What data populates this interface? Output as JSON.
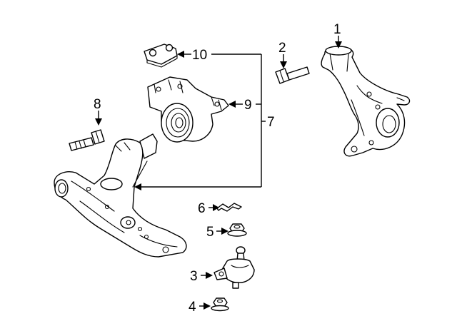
{
  "diagram": {
    "callouts": {
      "c1": "1",
      "c2": "2",
      "c3": "3",
      "c4": "4",
      "c5": "5",
      "c6": "6",
      "c7": "7",
      "c8": "8",
      "c9": "9",
      "c10": "10"
    },
    "parts": [
      {
        "callout": "1",
        "name": "steering-knuckle"
      },
      {
        "callout": "2",
        "name": "knuckle-bolt"
      },
      {
        "callout": "3",
        "name": "ball-joint"
      },
      {
        "callout": "4",
        "name": "flange-nut"
      },
      {
        "callout": "5",
        "name": "flange-nut"
      },
      {
        "callout": "6",
        "name": "cotter-pin"
      },
      {
        "callout": "7",
        "name": "lower-control-arm-assembly"
      },
      {
        "callout": "8",
        "name": "arm-bolt"
      },
      {
        "callout": "9",
        "name": "bushing-bracket"
      },
      {
        "callout": "10",
        "name": "bracket-plate"
      }
    ]
  }
}
